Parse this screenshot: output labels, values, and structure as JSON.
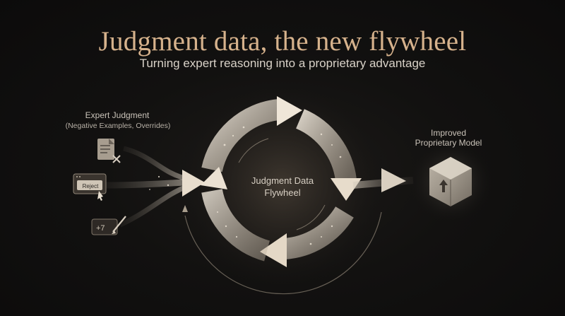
{
  "header": {
    "title": "Judgment data, the new flywheel",
    "subtitle": "Turning expert reasoning into a proprietary advantage"
  },
  "inputs": {
    "title": "Expert Judgment",
    "subtitle": "(Negative Examples, Overrides)",
    "reject_button_label": "Reject",
    "edit_text": "+7"
  },
  "flywheel": {
    "label_line1": "Judgment Data",
    "label_line2": "Flywheel"
  },
  "output": {
    "label_line1": "Improved",
    "label_line2": "Proprietary Model"
  },
  "colors": {
    "title": "#d6b28c",
    "arrow": "#e8ddcd",
    "background": "#121110"
  },
  "icons": [
    "document-reject-icon",
    "reject-button-icon",
    "edit-pen-icon",
    "cube-model-icon"
  ]
}
